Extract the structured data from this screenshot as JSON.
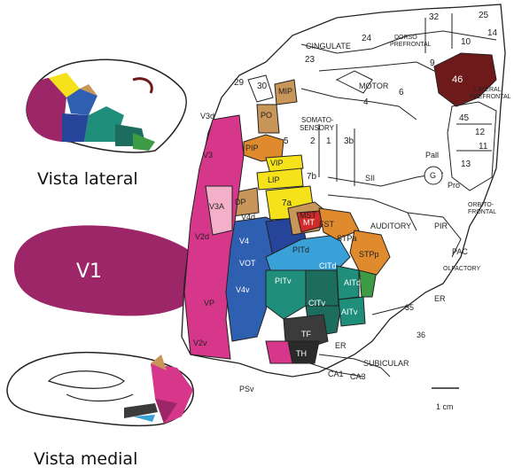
{
  "captions": {
    "lateral": "Vista lateral",
    "medial": "Vista medial",
    "v1": "V1"
  },
  "colors": {
    "v1_magenta": "#9c2668",
    "pink": "#d6378a",
    "yellow": "#f5e21a",
    "tan": "#c9965a",
    "orange": "#e08a2e",
    "lightblue": "#3aa0d8",
    "blue": "#2f5fb0",
    "navy": "#26449a",
    "teal": "#1f8f7c",
    "darkteal": "#1d6d5e",
    "green": "#3d9b45",
    "red": "#d12a2a",
    "darkred": "#6e1a1a",
    "gray": "#3b3b3b"
  },
  "areas": {
    "top": [
      "32",
      "25",
      "14",
      "24",
      "10",
      "9",
      "46",
      "23",
      "CINGULATE",
      "DORSO PREFRONTAL",
      "MOTOR",
      "6",
      "4",
      "LATERAL PREFRONTAL",
      "45",
      "12",
      "11",
      "13"
    ],
    "parietal": [
      "29",
      "30",
      "MIP",
      "PO",
      "SOMATO-SENSORY",
      "5",
      "2",
      "1",
      "3b",
      "PIP",
      "VIP",
      "LIP",
      "7a",
      "7b",
      "DP",
      "SII",
      "G",
      "Pall",
      "Pro",
      "ORBITO-FRONTAL"
    ],
    "occipital": [
      "V3d",
      "V3",
      "V3A",
      "V4d",
      "V4",
      "V2d",
      "VP",
      "V2v",
      "V4v",
      "VOT",
      "PITd",
      "PITv",
      "CITd",
      "CITv",
      "AITd",
      "AITv",
      "FST",
      "MST",
      "MT",
      "STPp",
      "STPa",
      "AUDITORY",
      "PIR",
      "PAC",
      "OLFACTORY"
    ],
    "temporal": [
      "TF",
      "TH",
      "ER",
      "35",
      "36",
      "SUBICULAR",
      "CA1",
      "CA3",
      "PSv"
    ],
    "scale": "1 cm"
  }
}
